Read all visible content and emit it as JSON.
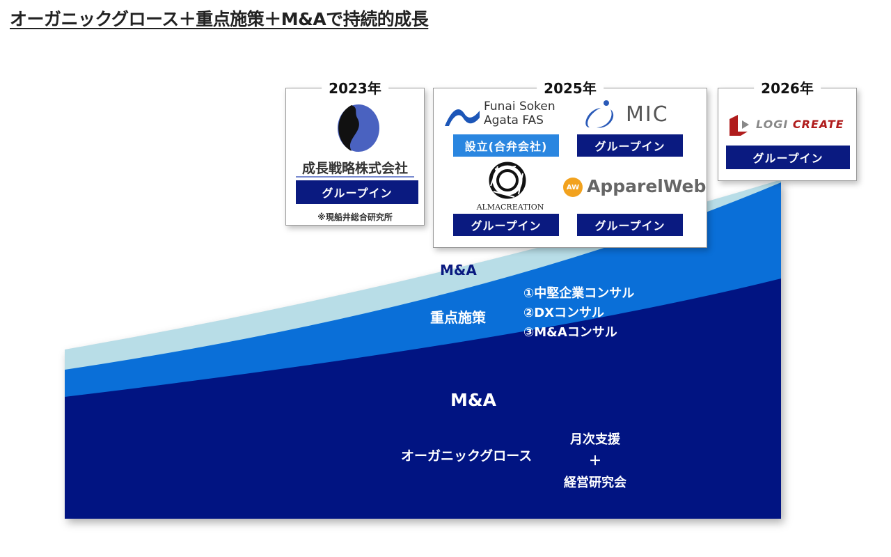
{
  "title": "オーガニックグロース＋重点施策＋M&Aで持続的成長",
  "colors": {
    "dark": "#011482",
    "mid": "#0a6fd8",
    "light": "#b8dde7",
    "badge": "#0a1a80",
    "badge_light": "#2a86e0"
  },
  "chart": {
    "layer_top_label": "M&A",
    "focus_label": "重点施策",
    "focus_items": [
      "①中堅企業コンサル",
      "②DXコンサル",
      "③M&Aコンサル"
    ],
    "base_ma_label": "M&A",
    "organic_label": "オーガニックグロース",
    "organic_items": [
      "月次支援",
      "＋",
      "経営研究会"
    ]
  },
  "boxes": [
    {
      "year": "2023年",
      "company": "成長戦略株式会社",
      "badge": "グループイン",
      "note": "※現船井総合研究所"
    },
    {
      "year": "2025年",
      "items": [
        {
          "logo": "Funai Soken Agata FAS",
          "logo_line1": "Funai Soken",
          "logo_line2": "Agata FAS",
          "badge": "設立(合弁会社)"
        },
        {
          "logo": "MIC",
          "badge": "グループイン"
        },
        {
          "logo": "ALMACREATION",
          "badge": "グループイン"
        },
        {
          "logo": "ApparelWeb",
          "logo_mark": "AW",
          "badge": "グループイン"
        }
      ]
    },
    {
      "year": "2026年",
      "logo": "LOGI CREATE",
      "logo_a": "LOGI",
      "logo_b": "CREATE",
      "badge": "グループイン"
    }
  ]
}
